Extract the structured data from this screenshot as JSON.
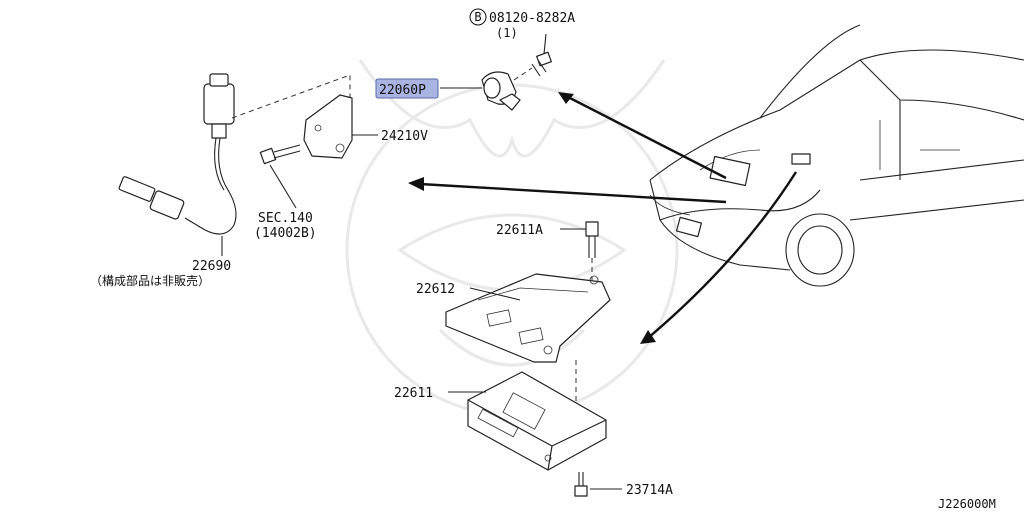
{
  "diagram": {
    "figure_code": "J226000M",
    "callouts": {
      "bolt_top": {
        "code": "08120-8282A",
        "qty": "(1)",
        "circle_letter": "B"
      },
      "knock_sensor": {
        "part": "22060P"
      },
      "bracket": {
        "part": "24210V"
      },
      "section_ref": {
        "line1": "SEC.140",
        "line2": "(14002B)"
      },
      "o2_sensor": {
        "part": "22690",
        "note": "（構成部品は非販売）"
      },
      "ecm_bolt": {
        "part": "22611A"
      },
      "ecm_bracket": {
        "part": "22612"
      },
      "ecm": {
        "part": "22611"
      },
      "ecm_lower_bolt": {
        "part": "23714A"
      }
    },
    "highlight_color": "#a9b4e3"
  }
}
